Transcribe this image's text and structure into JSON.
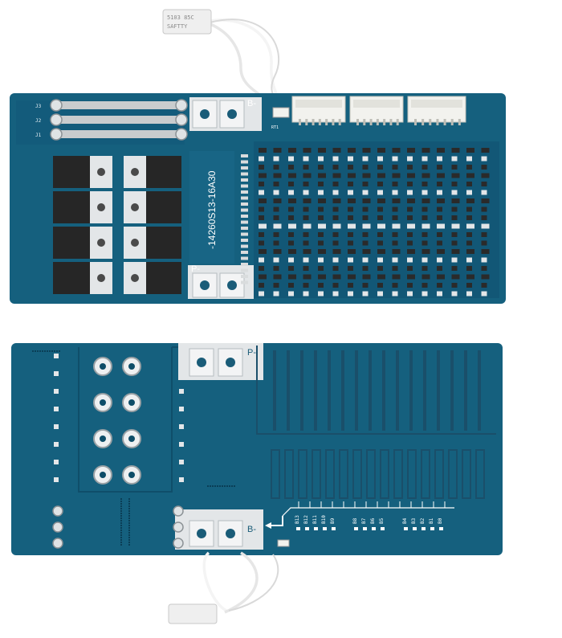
{
  "photo": {
    "subject": "battery management board, front and back",
    "colors": {
      "pcb": "#15607e",
      "pcb_dark": "#0e4d68",
      "trace": "#1a4f6a",
      "pad": "#e3e6e8",
      "component": "#2a2a2a",
      "mosfet": "#262626",
      "connector": "#f2f2ee",
      "wire": "#f4f4f4",
      "silk": "#ffffff"
    }
  },
  "front": {
    "model_label": "-14260S13-16A30",
    "b_minus_label": "B-",
    "p_minus_label": "P-",
    "jumper_labels": [
      "J3",
      "J2",
      "J1"
    ],
    "sensor_label": "RT1",
    "thermistor_text": [
      "5103 85C",
      "SAFTTY"
    ]
  },
  "back": {
    "p_minus_label": "P-",
    "b_minus_label": "B-",
    "cell_labels_group1": [
      "B13",
      "B12",
      "B11",
      "B10",
      "B9"
    ],
    "cell_labels_group2": [
      "B8",
      "B7",
      "B6",
      "B5"
    ],
    "cell_labels_group3": [
      "B4",
      "B3",
      "B2",
      "B1",
      "B0"
    ]
  }
}
